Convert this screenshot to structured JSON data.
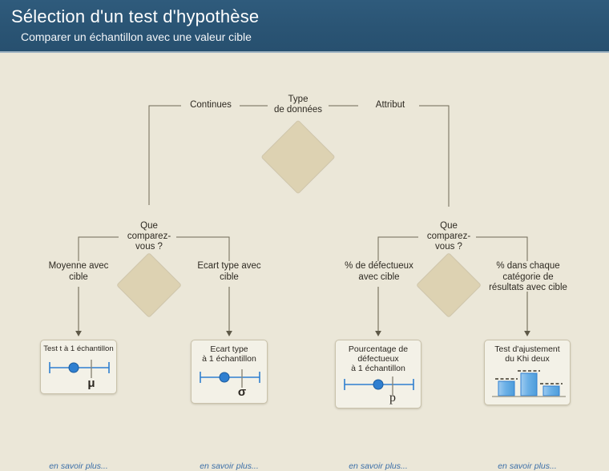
{
  "header": {
    "title": "Sélection d'un test d'hypothèse",
    "subtitle": "Comparer un échantillon avec une valeur cible"
  },
  "colors": {
    "header_bg": "#2a5474",
    "canvas_bg": "#ebe7d8",
    "diamond_fill": "#ddd2b2",
    "card_bg": "#f3f1e7",
    "link": "#3c6fa8",
    "accent_blue": "#2f7fd0",
    "line": "#6f6a56"
  },
  "nodes": {
    "root": {
      "label": "Type\nde données"
    },
    "left_branch": {
      "label": "Que\ncomparez-\nvous ?"
    },
    "right_branch": {
      "label": "Que\ncomparez-\nvous ?"
    }
  },
  "edges": {
    "continues": "Continues",
    "attribut": "Attribut",
    "mean_vs_target": "Moyenne avec\ncible",
    "stdev_vs_target": "Ecart type avec\ncible",
    "defectives_vs_target": "% de défectueux\navec cible",
    "categories_vs_target": "% dans chaque\ncatégorie de\nrésultats avec cible"
  },
  "cards": [
    {
      "id": "one-sample-t",
      "title": "Test t à 1 échantillon",
      "symbol": "μ",
      "icon": "confidence-interval-icon",
      "link": "en savoir plus..."
    },
    {
      "id": "one-sample-stdev",
      "title": "Ecart type\nà 1 échantillon",
      "symbol": "σ",
      "icon": "confidence-interval-icon",
      "link": "en savoir plus..."
    },
    {
      "id": "one-sample-percent-defective",
      "title": "Pourcentage de\ndéfectueux\nà 1 échantillon",
      "symbol": "p",
      "icon": "confidence-interval-icon",
      "link": "en savoir plus..."
    },
    {
      "id": "chi-square-goodness-of-fit",
      "title": "Test d'ajustement\ndu Khi deux",
      "symbol": "",
      "icon": "bar-chart-icon",
      "link": "en savoir plus..."
    }
  ]
}
